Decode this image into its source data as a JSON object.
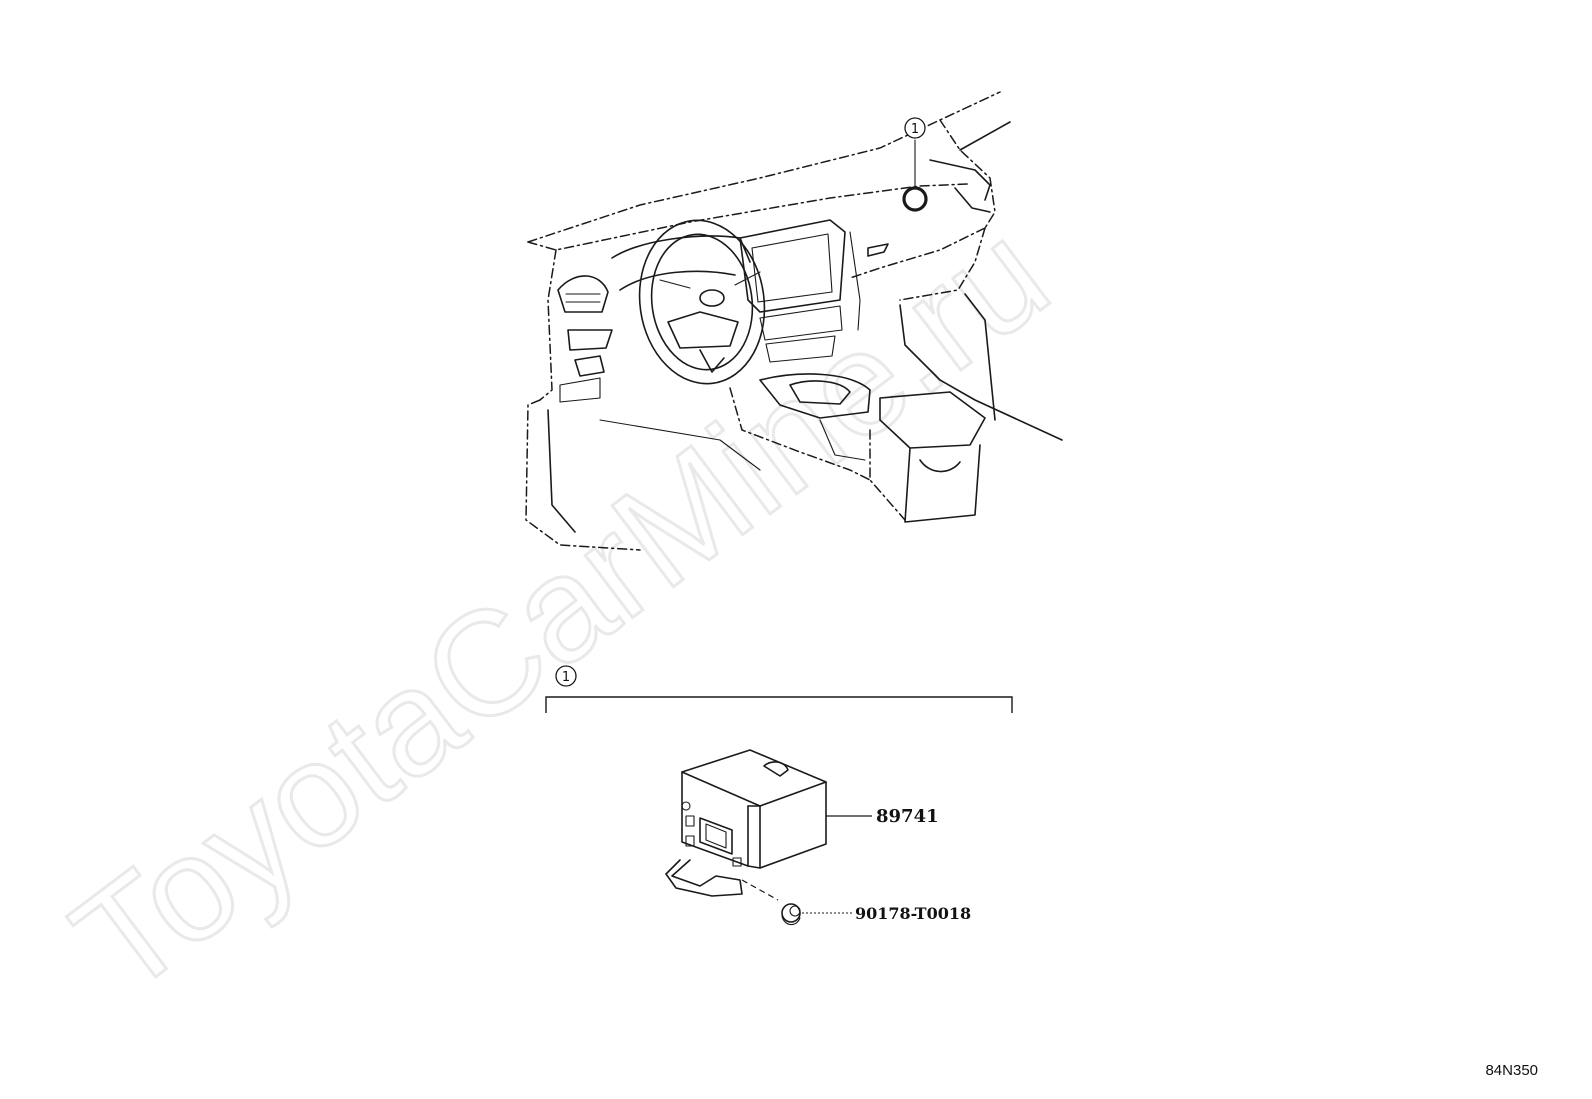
{
  "watermark": "ToyotaCarMine.ru",
  "diagram_code": "84N350",
  "callouts": {
    "location_marker": "1",
    "group_marker": "1"
  },
  "parts": [
    {
      "part_number": "89741"
    },
    {
      "part_number": "90178-T0018"
    }
  ],
  "colors": {
    "line": "#1a1a1a",
    "watermark": "#e9e9e9",
    "background": "#ffffff"
  }
}
